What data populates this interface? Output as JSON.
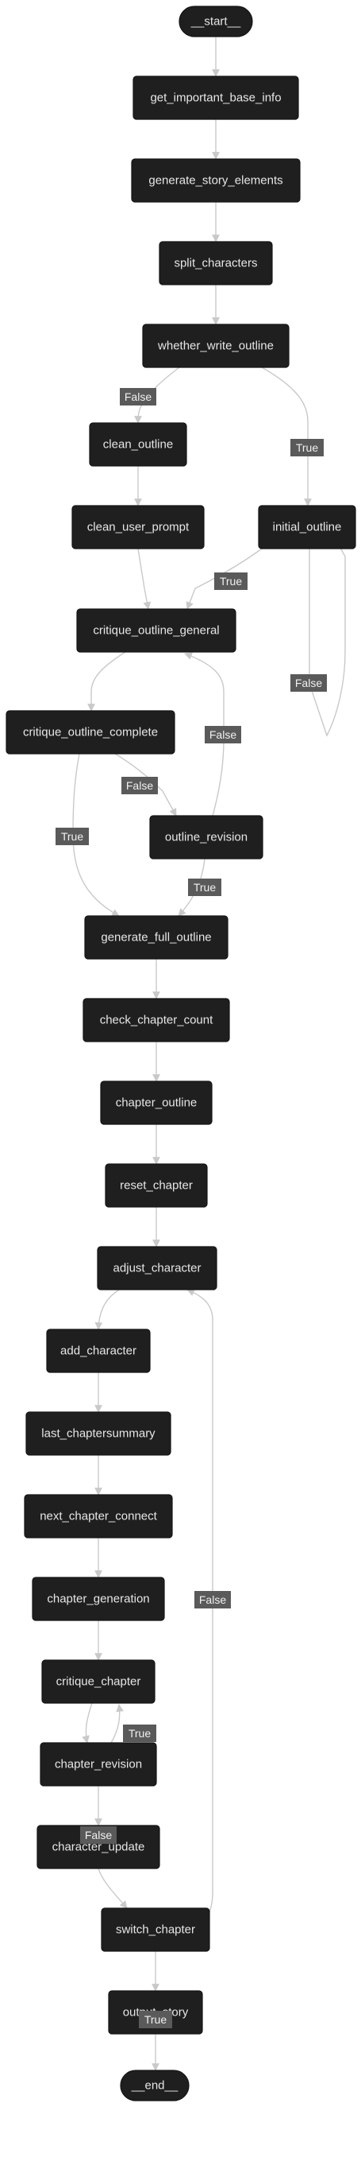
{
  "nodes": {
    "start": "__start__",
    "get_important_base_info": "get_important_base_info",
    "generate_story_elements": "generate_story_elements",
    "split_characters": "split_characters",
    "whether_write_outline": "whether_write_outline",
    "clean_outline": "clean_outline",
    "initial_outline": "initial_outline",
    "clean_user_prompt": "clean_user_prompt",
    "critique_outline_general": "critique_outline_general",
    "critique_outline_complete": "critique_outline_complete",
    "outline_revision": "outline_revision",
    "generate_full_outline": "generate_full_outline",
    "check_chapter_count": "check_chapter_count",
    "chapter_outline": "chapter_outline",
    "reset_chapter": "reset_chapter",
    "adjust_character": "adjust_character",
    "add_character": "add_character",
    "last_chaptersummary": "last_chaptersummary",
    "next_chapter_connect": "next_chapter_connect",
    "chapter_generation": "chapter_generation",
    "critique_chapter": "critique_chapter",
    "chapter_revision": "chapter_revision",
    "character_update": "character_update",
    "switch_chapter": "switch_chapter",
    "output_story": "output_story",
    "end": "__end__"
  },
  "edge_labels": {
    "wwo_false": "False",
    "wwo_true": "True",
    "init_true": "True",
    "init_false": "False",
    "cog_false": "False",
    "coc_false": "False",
    "coc_true": "True",
    "rev_true": "True",
    "crit_true": "True",
    "chrev_false": "False",
    "sw_false": "False",
    "sw_true": "True"
  },
  "colors": {
    "node_fill": "#1f1f1f",
    "node_text": "#e6e6e6",
    "edge": "#c9c9c9",
    "label_fill": "#5a5a5a"
  }
}
